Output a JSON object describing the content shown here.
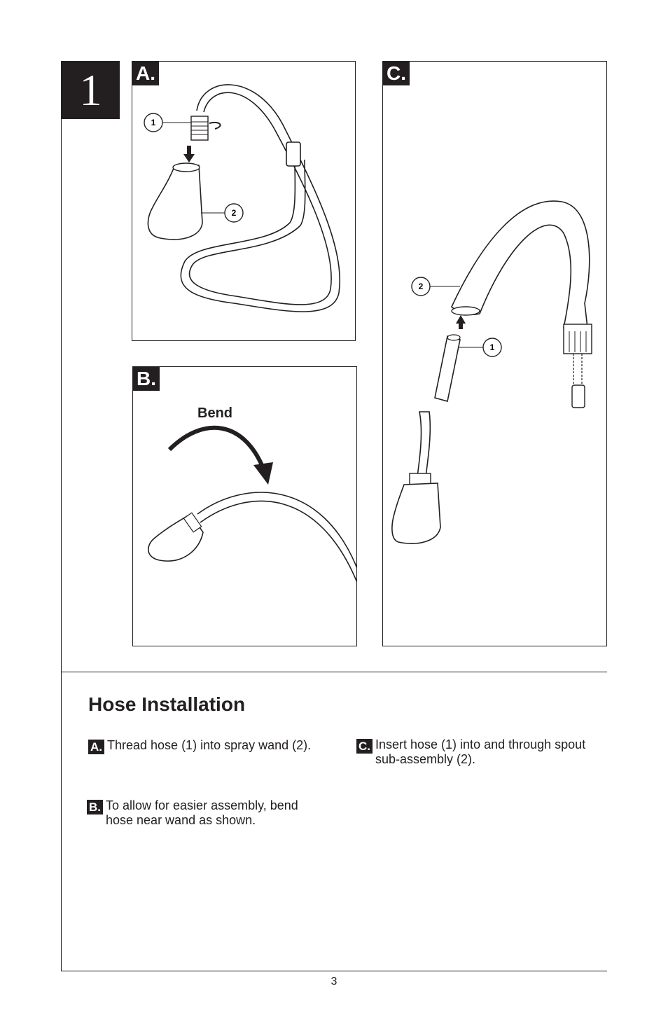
{
  "step_number": "1",
  "panels": {
    "a": {
      "label": "A.",
      "callouts": [
        "1",
        "2"
      ]
    },
    "b": {
      "label": "B.",
      "bend_label": "Bend"
    },
    "c": {
      "label": "C.",
      "callouts": [
        "2",
        "1"
      ]
    }
  },
  "section": {
    "title": "Hose Installation",
    "instructions": [
      {
        "tag": "A.",
        "text": "Thread hose (1) into spray wand (2)."
      },
      {
        "tag": "C.",
        "line1": "Insert hose (1) into and through spout",
        "line2": "sub-assembly (2)."
      },
      {
        "tag": "B.",
        "line1": "To allow for easier assembly, bend",
        "line2": "hose near wand as shown."
      }
    ]
  },
  "page_number": "3"
}
